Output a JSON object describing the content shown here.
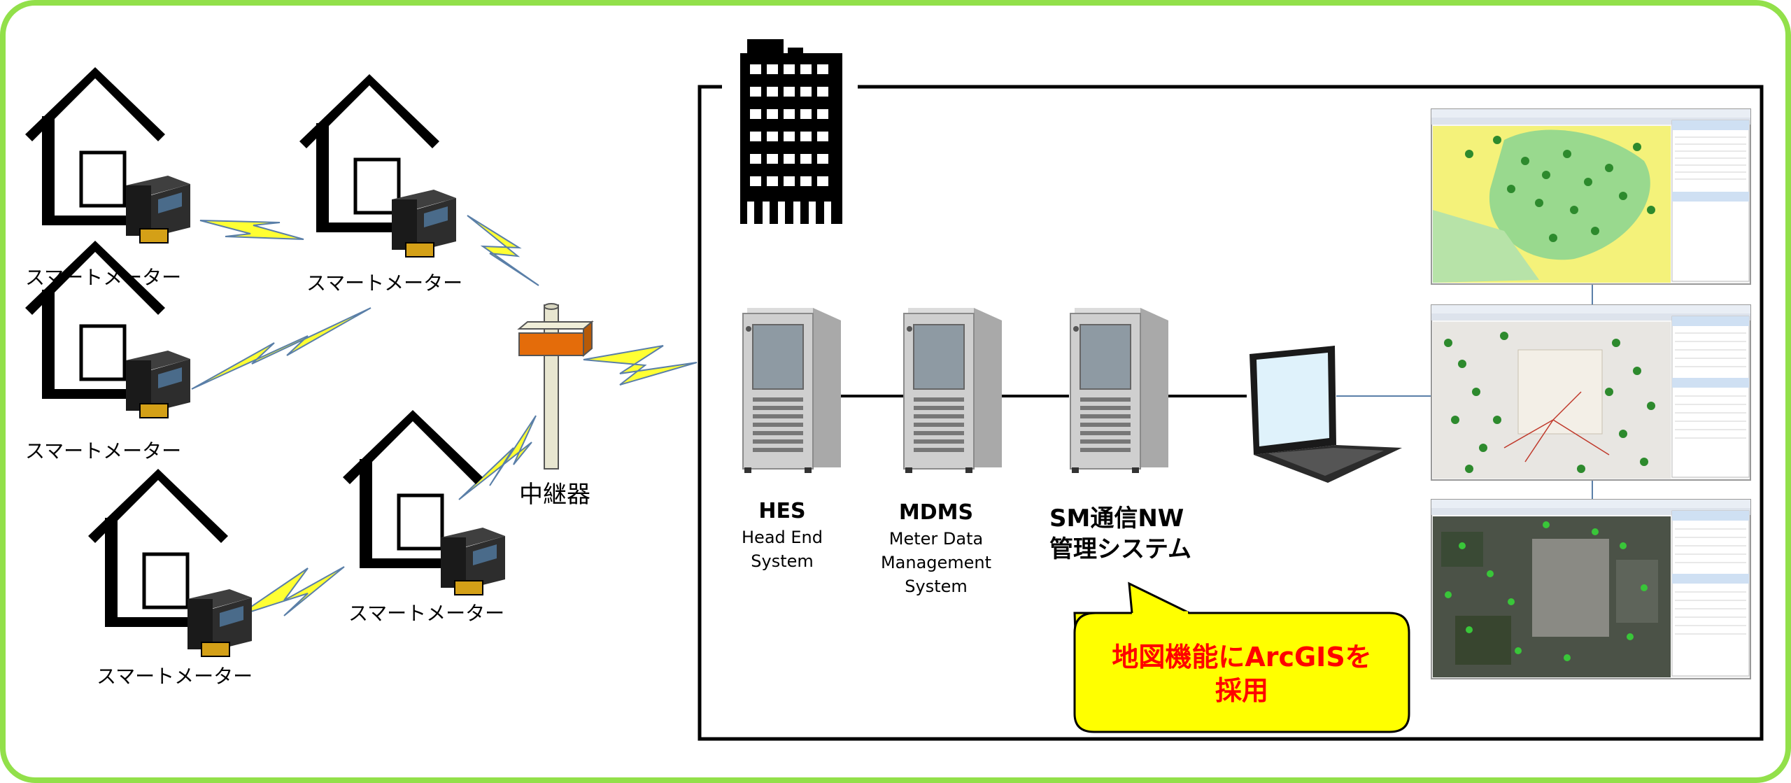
{
  "meter_label": "スマートメーター",
  "repeater_label": "中継器",
  "servers": [
    {
      "title": "HES",
      "lines": [
        "Head End",
        "System"
      ]
    },
    {
      "title": "MDMS",
      "lines": [
        "Meter Data",
        "Management",
        "System"
      ]
    },
    {
      "title_lines": [
        "SM通信NW",
        "管理システム"
      ]
    }
  ],
  "callout_lines": [
    "地図機能にArcGISを",
    "採用"
  ],
  "colors": {
    "outer_border": "#92e04a",
    "lightning": "#ffff33",
    "callout_fill": "#ffff00",
    "callout_text": "#ff0000",
    "repeater_box": "#e46c0a",
    "map_yellow": "#f4f27a",
    "map_green": "#99d98e"
  }
}
